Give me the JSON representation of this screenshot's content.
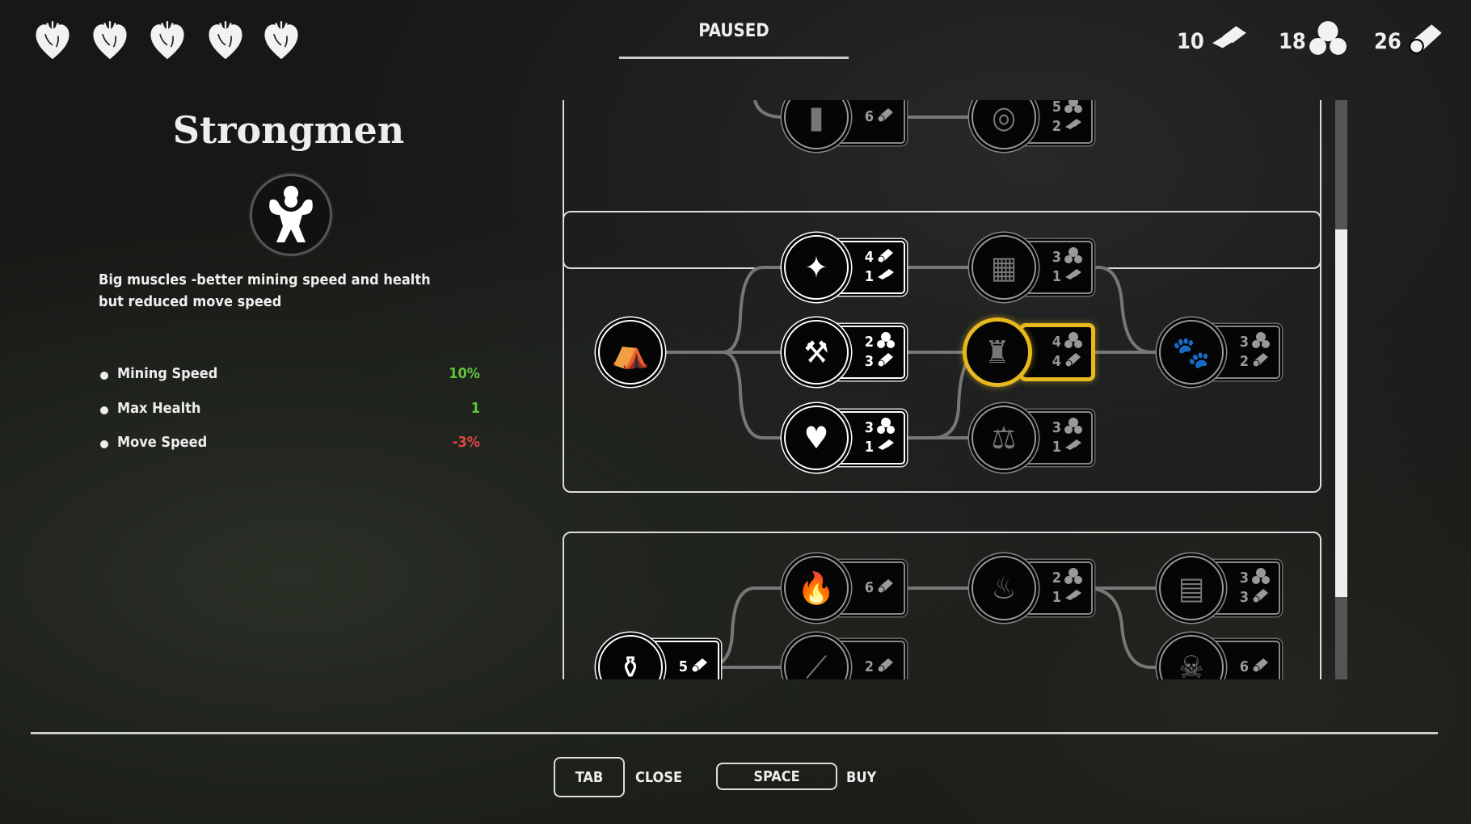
{
  "hud": {
    "hearts": [
      {
        "icon": "heart-icon"
      },
      {
        "icon": "heart-icon"
      },
      {
        "icon": "heart-icon"
      },
      {
        "icon": "heart-icon"
      },
      {
        "icon": "heart-icon"
      }
    ],
    "status": "PAUSED",
    "resources": [
      {
        "name": "metal",
        "icon": "metal-ingots-icon",
        "amount": "10"
      },
      {
        "name": "stone",
        "icon": "stone-icon",
        "amount": "18"
      },
      {
        "name": "wood",
        "icon": "wood-logs-icon",
        "amount": "26"
      }
    ]
  },
  "detail": {
    "title": "Strongmen",
    "icon": "strongman-icon",
    "description": "Big muscles -better mining speed and health but reduced move speed",
    "stats": [
      {
        "label": "Mining Speed",
        "value": "10%",
        "color": "#5fc43a"
      },
      {
        "label": "Max Health",
        "value": "1",
        "color": "#5fc43a"
      },
      {
        "label": "Move Speed",
        "value": "-3%",
        "color": "#e04444"
      }
    ]
  },
  "tree": {
    "nodes": [
      {
        "icon": "ammo-icon",
        "state": "locked",
        "costs": [
          {
            "amount": "6",
            "resource": "wood"
          }
        ]
      },
      {
        "icon": "target-icon",
        "state": "locked",
        "costs": [
          {
            "amount": "5",
            "resource": "stone"
          },
          {
            "amount": "2",
            "resource": "metal"
          }
        ]
      },
      {
        "icon": "camp-icon",
        "state": "owned",
        "costs": []
      },
      {
        "icon": "sparkle-slash-icon",
        "state": "available",
        "costs": [
          {
            "amount": "4",
            "resource": "wood"
          },
          {
            "amount": "1",
            "resource": "metal"
          }
        ]
      },
      {
        "icon": "chop-log-icon",
        "state": "available",
        "costs": [
          {
            "amount": "2",
            "resource": "stone"
          },
          {
            "amount": "3",
            "resource": "wood"
          }
        ]
      },
      {
        "icon": "heart-burst-icon",
        "state": "available",
        "costs": [
          {
            "amount": "3",
            "resource": "stone"
          },
          {
            "amount": "1",
            "resource": "metal"
          }
        ]
      },
      {
        "icon": "map-icon",
        "state": "locked",
        "costs": [
          {
            "amount": "3",
            "resource": "stone"
          },
          {
            "amount": "1",
            "resource": "metal"
          }
        ]
      },
      {
        "icon": "strongman-icon",
        "state": "selected",
        "costs": [
          {
            "amount": "4",
            "resource": "stone"
          },
          {
            "amount": "4",
            "resource": "wood"
          }
        ]
      },
      {
        "icon": "scales-icon",
        "state": "locked",
        "costs": [
          {
            "amount": "3",
            "resource": "stone"
          },
          {
            "amount": "1",
            "resource": "metal"
          }
        ]
      },
      {
        "icon": "paw-prints-icon",
        "state": "locked",
        "costs": [
          {
            "amount": "3",
            "resource": "stone"
          },
          {
            "amount": "2",
            "resource": "wood"
          }
        ]
      },
      {
        "icon": "torch-icon",
        "state": "locked",
        "costs": [
          {
            "amount": "6",
            "resource": "wood"
          }
        ]
      },
      {
        "icon": "campfire-icon",
        "state": "locked",
        "costs": [
          {
            "amount": "2",
            "resource": "stone"
          },
          {
            "amount": "1",
            "resource": "metal"
          }
        ]
      },
      {
        "icon": "dynamite-icon",
        "state": "locked",
        "costs": [
          {
            "amount": "3",
            "resource": "stone"
          },
          {
            "amount": "3",
            "resource": "wood"
          }
        ]
      },
      {
        "icon": "bottle-icon",
        "state": "available",
        "costs": [
          {
            "amount": "5",
            "resource": "wood"
          }
        ]
      },
      {
        "icon": "match-icon",
        "state": "locked",
        "costs": [
          {
            "amount": "2",
            "resource": "wood"
          }
        ]
      },
      {
        "icon": "fire-skull-icon",
        "state": "locked",
        "costs": [
          {
            "amount": "6",
            "resource": "wood"
          }
        ]
      }
    ]
  },
  "controls": [
    {
      "key": "TAB",
      "action": "CLOSE"
    },
    {
      "key": "SPACE",
      "action": "BUY"
    }
  ],
  "colors": {
    "selected": "#e8b820",
    "positive": "#5fc43a",
    "negative": "#e04444"
  }
}
